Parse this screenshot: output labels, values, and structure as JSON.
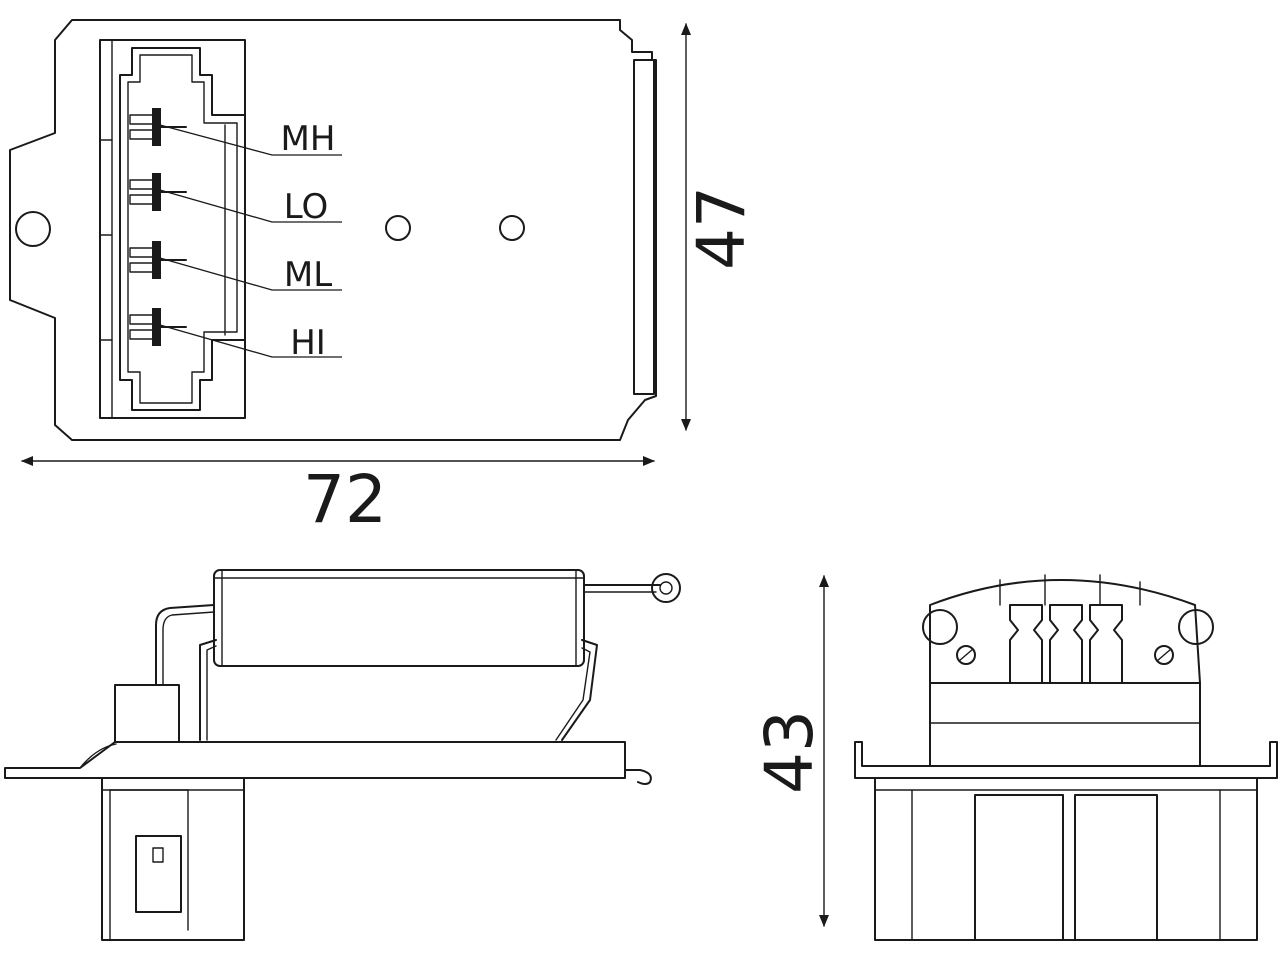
{
  "pin_labels": [
    "MH",
    "LO",
    "ML",
    "HI"
  ],
  "dimensions": {
    "length": "72",
    "width": "47",
    "height": "43"
  },
  "colors": {
    "line": "#1a1a1a",
    "background": "#ffffff"
  }
}
